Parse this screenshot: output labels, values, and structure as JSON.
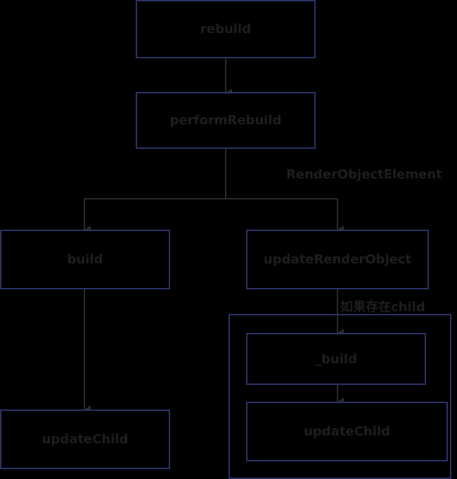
{
  "nodes": {
    "rebuild": "rebuild",
    "perform_rebuild": "performRebuild",
    "build": "build",
    "update_render_object": "updateRenderObject",
    "update_child_left": "updateChild",
    "private_build": "_build",
    "update_child_right": "updateChild"
  },
  "edge_labels": {
    "render_object_element": "RenderObjectElement",
    "if_child_exists": "如果存在child"
  },
  "colors": {
    "background": "#000000",
    "box_border": "#2b3266",
    "text": "#1e1e1e",
    "arrow": "#2a2a2a"
  }
}
